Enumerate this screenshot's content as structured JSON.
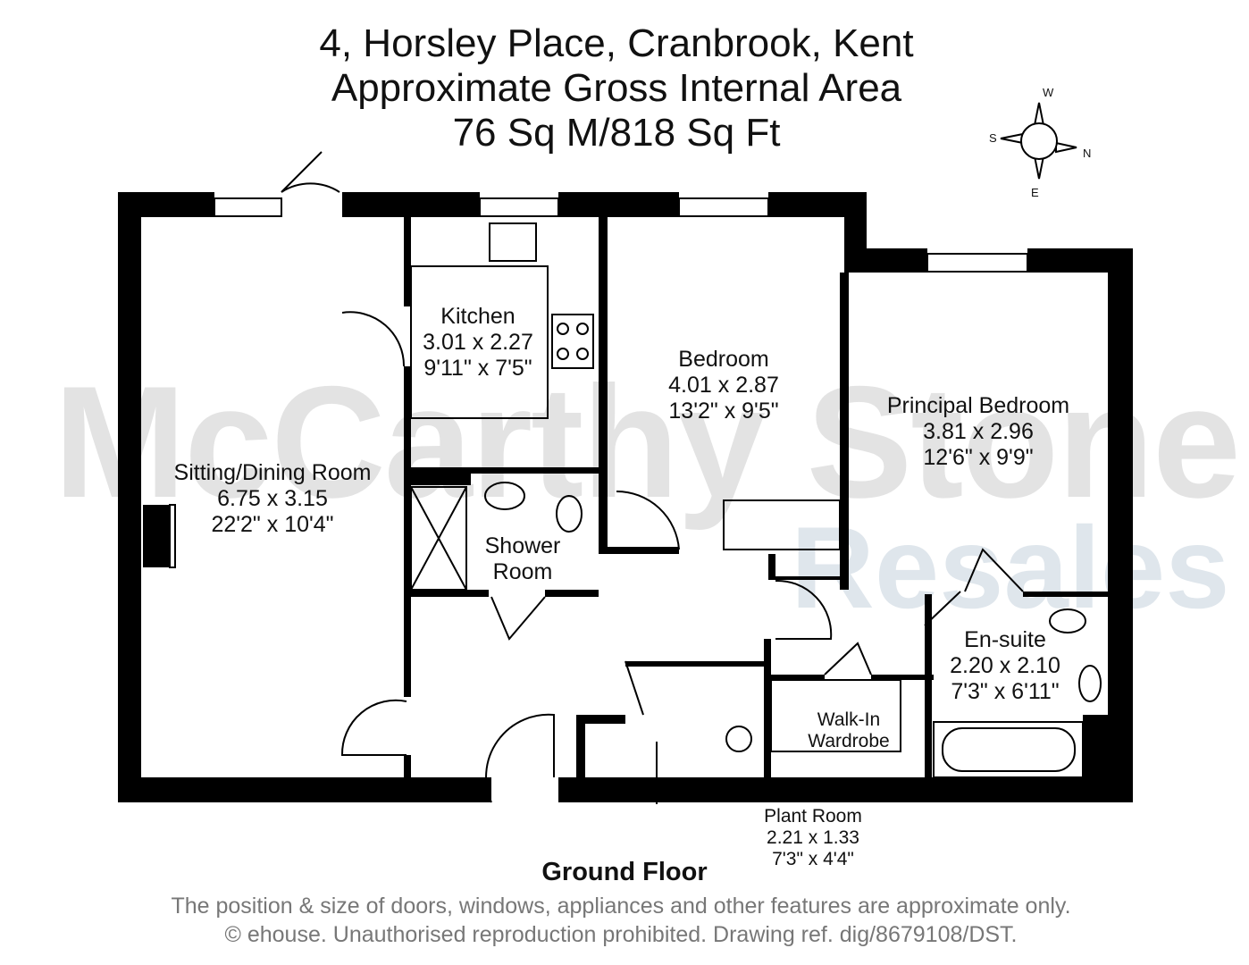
{
  "header": {
    "address": "4, Horsley Place, Cranbrook, Kent",
    "area_label": "Approximate Gross Internal Area",
    "area_value": "76 Sq M/818 Sq Ft"
  },
  "compass": {
    "w": "W",
    "s": "S",
    "n": "N",
    "e": "E"
  },
  "watermark": {
    "line1": "McCarthy Stone",
    "line2": "Resales"
  },
  "rooms": [
    {
      "name": "Kitchen",
      "metric": "3.01 x 2.27",
      "imperial": "9'11\" x 7'5\""
    },
    {
      "name": "Bedroom",
      "metric": "4.01 x 2.87",
      "imperial": "13'2\" x 9'5\""
    },
    {
      "name": "Principal Bedroom",
      "metric": "3.81 x 2.96",
      "imperial": "12'6\" x 9'9\""
    },
    {
      "name": "Sitting/Dining Room",
      "metric": "6.75 x 3.15",
      "imperial": "22'2\" x 10'4\""
    },
    {
      "name": "Shower",
      "name2": "Room"
    },
    {
      "name": "En-suite",
      "metric": "2.20 x 2.10",
      "imperial": "7'3\" x 6'11\""
    },
    {
      "name": "Walk-In",
      "name2": "Wardrobe"
    },
    {
      "name": "Plant Room",
      "metric": "2.21 x 1.33",
      "imperial": "7'3\" x 4'4\""
    }
  ],
  "floor_label": "Ground Floor",
  "footer": {
    "line1": "The position & size of doors, windows, appliances and other features are approximate only.",
    "line2": "© ehouse. Unauthorised reproduction prohibited. Drawing ref. dig/8679108/DST."
  }
}
